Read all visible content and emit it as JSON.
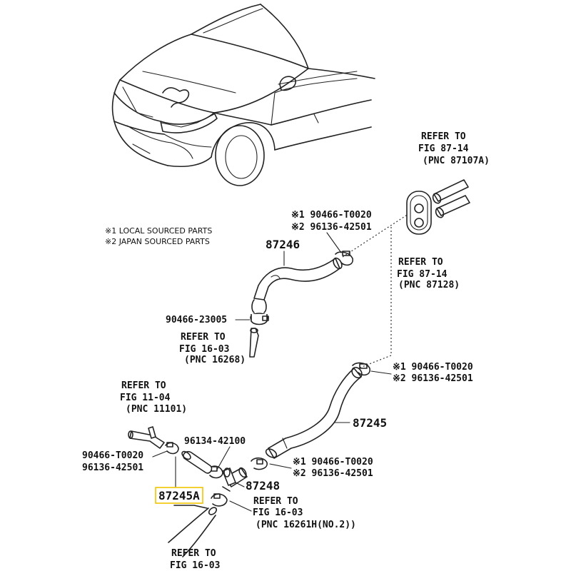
{
  "legend": {
    "local": "※1 LOCAL SOURCED PARTS",
    "japan": "※2 JAPAN SOURCED PARTS"
  },
  "refs": {
    "r_top_1": "REFER TO",
    "r_top_2": "FIG 87-14",
    "r_top_3": "(PNC 87107A)",
    "r_mid_1": "REFER TO",
    "r_mid_2": "FIG 87-14",
    "r_mid_3": "(PNC 87128)",
    "r_16268_1": "REFER TO",
    "r_16268_2": "FIG 16-03",
    "r_16268_3": "(PNC 16268)",
    "r_11101_1": "REFER TO",
    "r_11101_2": "FIG 11-04",
    "r_11101_3": "(PNC 11101)",
    "r_16261_1": "REFER TO",
    "r_16261_2": "FIG 16-03",
    "r_16261_3": "(PNC 16261H(NO.2))",
    "r_bottom_1": "REFER TO",
    "r_bottom_2": "FIG 16-03"
  },
  "parts": {
    "p87246": "87246",
    "p87245": "87245",
    "p87248": "87248",
    "p87245A": "87245A",
    "c_top_1": "※1 90466-T0020",
    "c_top_2": "※2 96136-42501",
    "c_mid_1": "※1 90466-T0020",
    "c_mid_2": "※2 96136-42501",
    "c_low_1": "※1 90466-T0020",
    "c_low_2": "※2 96136-42501",
    "c_left_1": "90466-T0020",
    "c_left_2": "96136-42501",
    "c_23005": "90466-23005",
    "c_42100": "96134-42100"
  },
  "colors": {
    "highlight": "#f2c500",
    "line": "#222222"
  }
}
